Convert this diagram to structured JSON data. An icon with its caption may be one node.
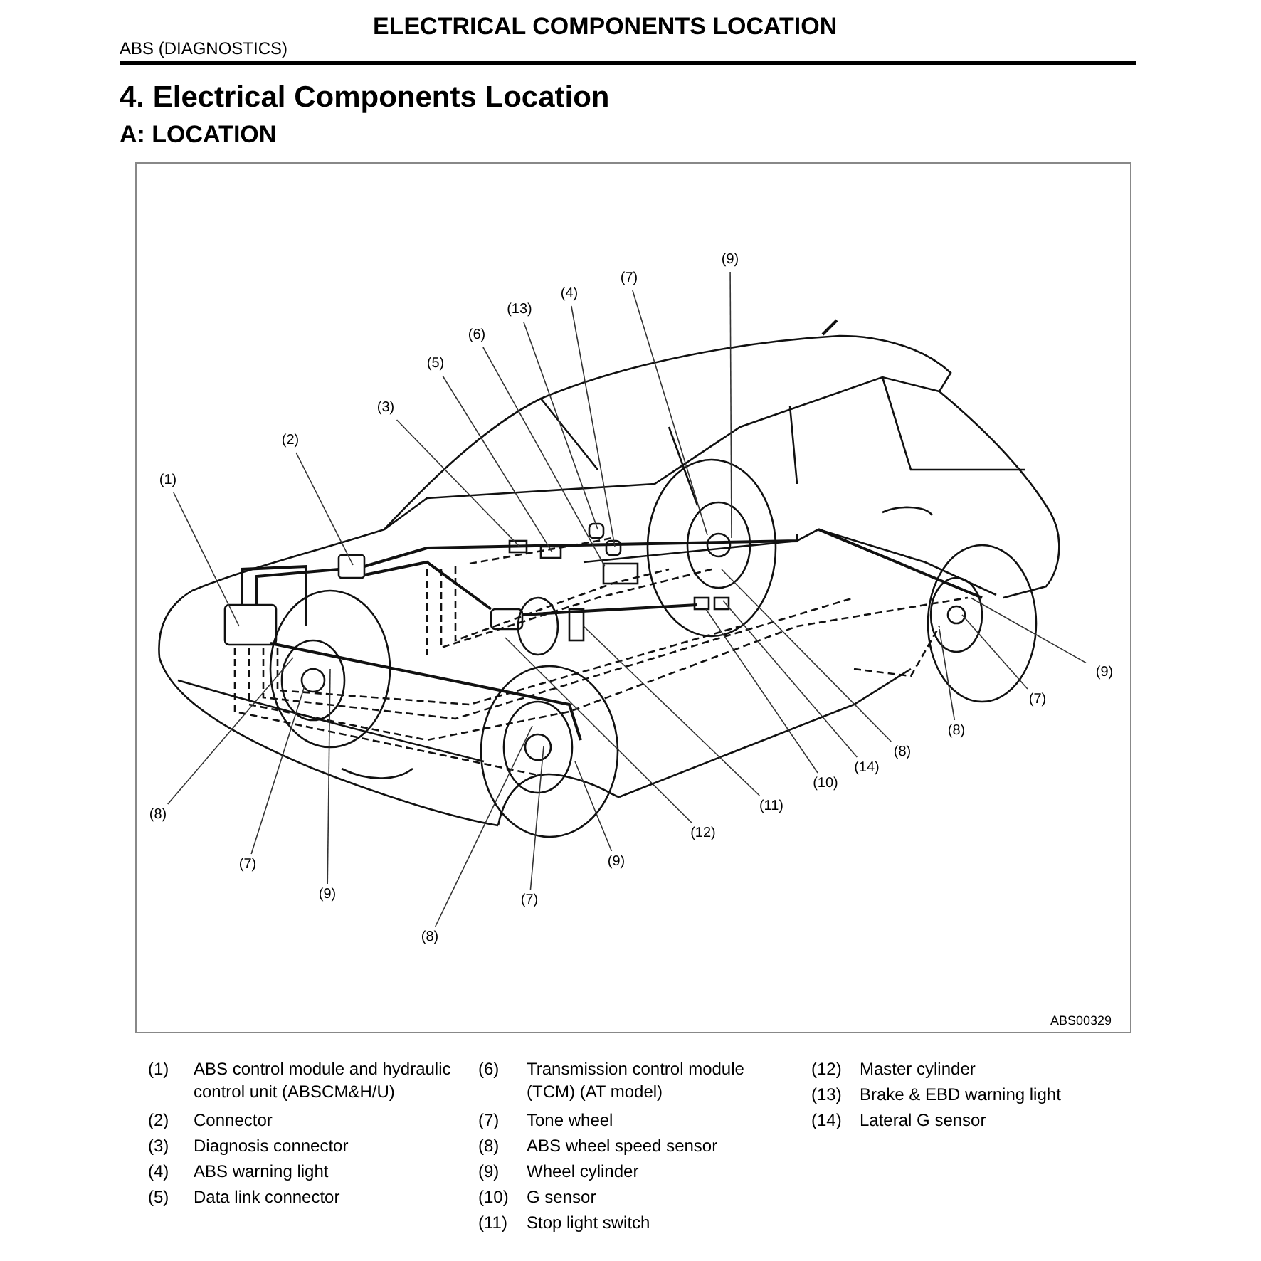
{
  "diagram": {
    "title": "4. Electrical Components Location",
    "nodes": [
      {
        "text": [
          "(9)"
        ]
      },
      {
        "text": [
          "(7)"
        ]
      },
      {
        "text": [
          "(4)"
        ]
      },
      {
        "text": [
          "(13)"
        ]
      },
      {
        "text": [
          "(6)"
        ]
      },
      {
        "text": [
          "(5)"
        ]
      },
      {
        "text": [
          "(3)"
        ]
      },
      {
        "text": [
          "(2)"
        ]
      },
      {
        "text": [
          "(1)"
        ]
      },
      {
        "text": [
          "(9)"
        ]
      },
      {
        "text": [
          "(7)"
        ]
      },
      {
        "text": [
          "(8)"
        ]
      },
      {
        "text": [
          "(8)"
        ]
      },
      {
        "text": [
          "(14)"
        ]
      },
      {
        "text": [
          "(10)"
        ]
      },
      {
        "text": [
          "(11)"
        ]
      },
      {
        "text": [
          "(8)"
        ]
      },
      {
        "text": [
          "(12)"
        ]
      },
      {
        "text": [
          "(9)"
        ]
      },
      {
        "text": [
          "(7)"
        ]
      },
      {
        "text": [
          "(9)"
        ]
      },
      {
        "text": [
          "(7)"
        ]
      },
      {
        "text": [
          "(8)"
        ]
      }
    ],
    "edges": [
      {
        "from": 0,
        "to": null,
        "arrow": "none"
      },
      {
        "from": 1,
        "to": null,
        "arrow": "none"
      },
      {
        "from": 2,
        "to": null,
        "arrow": "none"
      },
      {
        "from": 3,
        "to": null,
        "arrow": "none"
      },
      {
        "from": 4,
        "to": null,
        "arrow": "none"
      },
      {
        "from": 5,
        "to": null,
        "arrow": "none"
      },
      {
        "from": 6,
        "to": null,
        "arrow": "none"
      },
      {
        "from": 7,
        "to": null,
        "arrow": "none"
      },
      {
        "from": 8,
        "to": null,
        "arrow": "none"
      },
      {
        "from": 9,
        "to": null,
        "arrow": "none"
      },
      {
        "from": 10,
        "to": null,
        "arrow": "none"
      },
      {
        "from": 11,
        "to": null,
        "arrow": "none"
      },
      {
        "from": 12,
        "to": null,
        "arrow": "none"
      },
      {
        "from": 13,
        "to": null,
        "arrow": "none"
      },
      {
        "from": 14,
        "to": null,
        "arrow": "none"
      },
      {
        "from": 15,
        "to": null,
        "arrow": "none"
      },
      {
        "from": 16,
        "to": null,
        "arrow": "none"
      },
      {
        "from": 17,
        "to": null,
        "arrow": "none"
      },
      {
        "from": 18,
        "to": null,
        "arrow": "none"
      },
      {
        "from": 19,
        "to": null,
        "arrow": "none"
      },
      {
        "from": 20,
        "to": null,
        "arrow": "none"
      },
      {
        "from": 21,
        "to": null,
        "arrow": "none"
      },
      {
        "from": 22,
        "to": null,
        "arrow": "none"
      }
    ],
    "labels": [
      "ELECTRICAL COMPONENTS LOCATION",
      "ABS (DIAGNOSTICS)",
      "A: LOCATION",
      "ABS00329",
      "(1)",
      "ABS control module and hydraulic control unit (ABSCM&H/U)",
      "(2)",
      "Connector",
      "(3)",
      "Diagnosis connector",
      "(4)",
      "ABS warning light",
      "(5)",
      "Data link connector",
      "(6)",
      "Transmission control module (TCM) (AT model)",
      "(7)",
      "Tone wheel",
      "(8)",
      "ABS wheel speed sensor",
      "(9)",
      "Wheel cylinder",
      "(10)",
      "G sensor",
      "(11)",
      "Stop light switch",
      "(12)",
      "Master cylinder",
      "(13)",
      "Brake & EBD warning light",
      "(14)",
      "Lateral G sensor"
    ]
  }
}
